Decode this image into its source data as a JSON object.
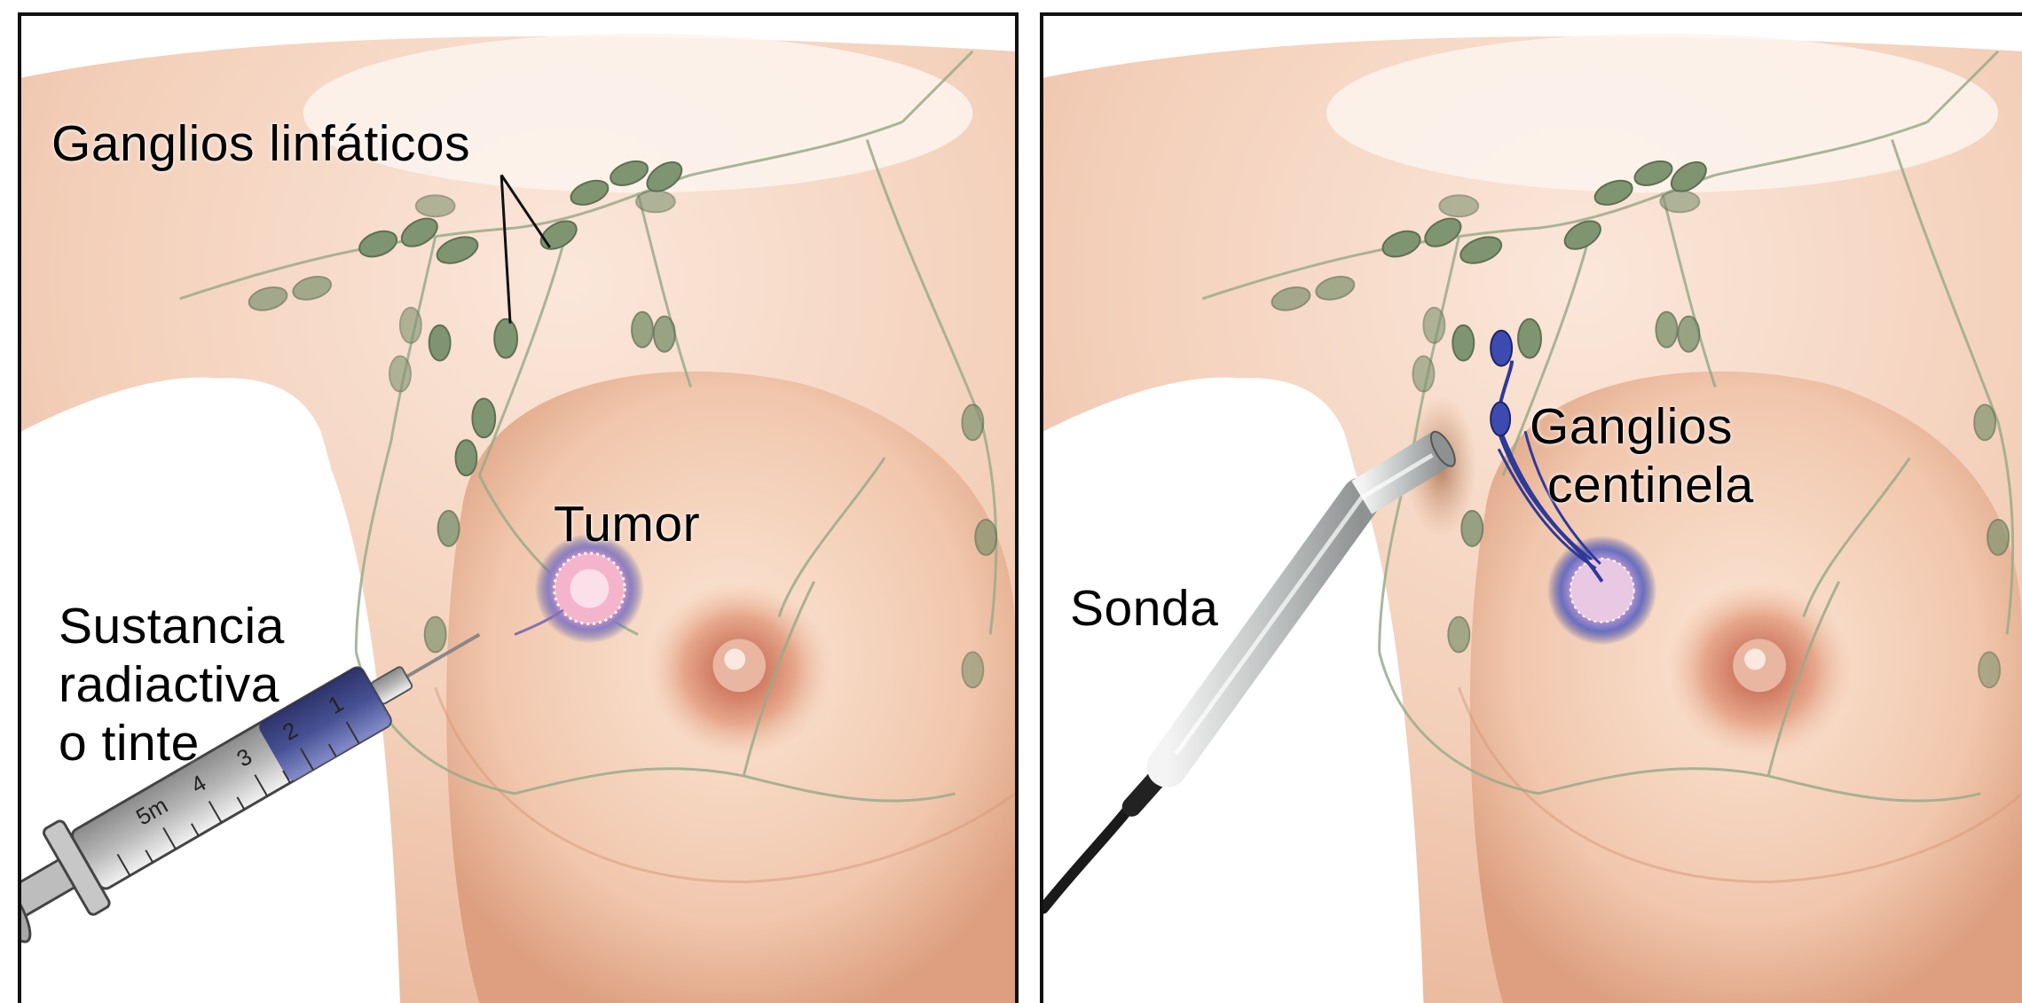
{
  "panels": [
    {
      "name": "injection-panel",
      "labels": {
        "lymph_nodes": "Ganglios linfáticos",
        "tumor": "Tumor",
        "substance_line1": "Sustancia",
        "substance_line2": "radiactiva",
        "substance_line3": "o tinte"
      },
      "syringe_scale": [
        "1",
        "2",
        "3",
        "4",
        "5m"
      ]
    },
    {
      "name": "probe-panel",
      "labels": {
        "sentinel_line1": "Ganglios",
        "sentinel_line2": "centinela",
        "probe": "Sonda"
      }
    }
  ],
  "colors": {
    "skin_light": "#f7dccb",
    "skin_mid": "#ebb79a",
    "skin_shadow": "#d79a7b",
    "lymph_node": "#7f9470",
    "lymph_vessel": "#9aab8a",
    "tumor_pink": "#f2a7c0",
    "tumor_halo": "#6a6fb5",
    "sentinel_blue": "#2e3a99",
    "syringe_fluid": "#3d4790",
    "probe_metal": "#b9bcbc",
    "border": "#111111"
  }
}
